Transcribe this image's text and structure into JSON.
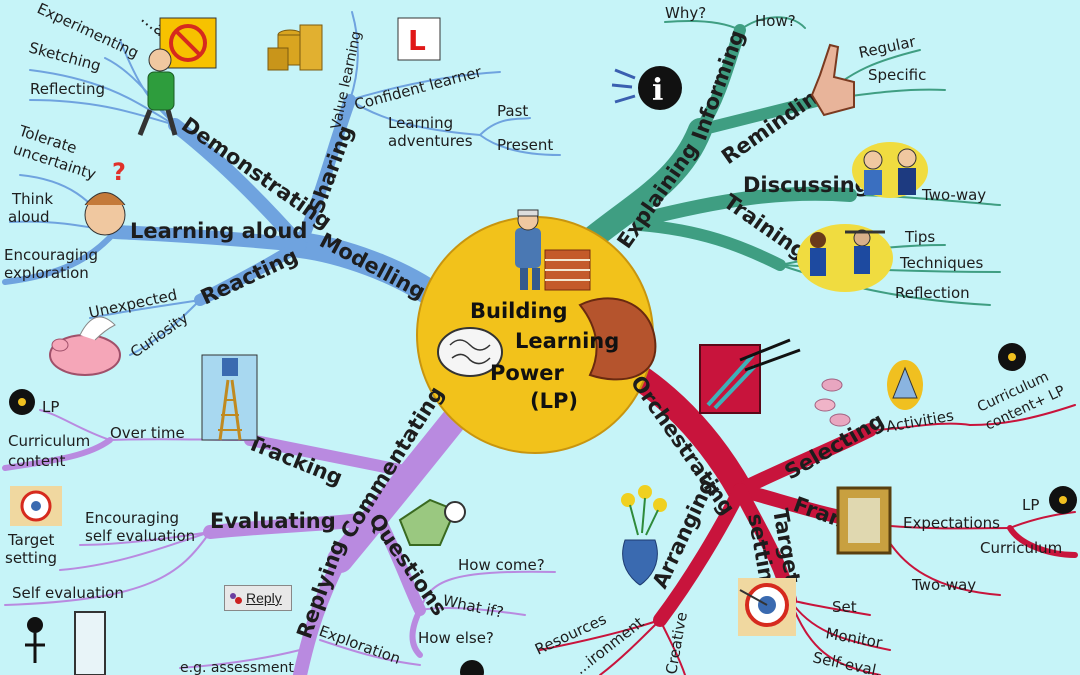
{
  "center": {
    "line1": "Building",
    "line2": "Learning",
    "line3": "Power",
    "line4": "(LP)"
  },
  "colors": {
    "background": "#c6f4f8",
    "center": "#f2c21b",
    "modelling": "#6fa3df",
    "explaining": "#3f9e82",
    "orchestrating": "#c8143c",
    "commentating": "#b98ae0"
  },
  "modelling": {
    "label": "Modelling",
    "demonstrating": {
      "label": "Demonstrating",
      "leaves": [
        "...afting",
        "Experimenting",
        "Sketching",
        "Reflecting"
      ]
    },
    "sharing": {
      "label": "Sharing",
      "value_learning": "Value learning",
      "confident_learner": "Confident learner",
      "learning_adventures_1": "Learning",
      "learning_adventures_2": "adventures",
      "past": "Past",
      "present": "Present"
    },
    "learning_aloud": {
      "label": "Learning aloud",
      "tolerate_1": "Tolerate",
      "tolerate_2": "uncertainty",
      "think_1": "Think",
      "think_2": "aloud",
      "encouraging_1": "Encouraging",
      "encouraging_2": "exploration"
    },
    "reacting": {
      "label": "Reacting",
      "unexpected": "Unexpected",
      "curiosity": "Curiosity"
    }
  },
  "explaining": {
    "label": "Explaining",
    "informing": {
      "label": "Informing",
      "why": "Why?",
      "how": "How?"
    },
    "reminding": {
      "label": "Reminding",
      "regular": "Regular",
      "specific": "Specific"
    },
    "discussing": {
      "label": "Discussing",
      "two_way": "Two-way"
    },
    "training": {
      "label": "Training",
      "tips": "Tips",
      "techniques": "Techniques",
      "reflection": "Reflection"
    }
  },
  "orchestrating": {
    "label": "Orchestrating",
    "selecting": {
      "label": "Selecting",
      "activities": "Activities",
      "curr_1": "Curriculum",
      "curr_2": "content+ LP"
    },
    "framing": {
      "label": "Framing",
      "expectations": "Expectations",
      "lp": "LP",
      "curriculum": "Curriculum",
      "two_way": "Two-way"
    },
    "target_setting": {
      "label_1": "Target",
      "label_2": "setting",
      "set": "Set",
      "monitor": "Monitor",
      "self": "Self-eval..."
    },
    "arranging": {
      "label": "Arranging",
      "resources": "Resources",
      "environment": "...ironment",
      "creative": "Creative"
    }
  },
  "commentating": {
    "label": "Commentating",
    "replying": "Replying",
    "tracking": {
      "label": "Tracking",
      "over_time": "Over time",
      "lp": "LP",
      "curr_1": "Curriculum",
      "curr_2": "content"
    },
    "evaluating": {
      "label": "Evaluating",
      "target_1": "Target",
      "target_2": "setting",
      "enc_1": "Encouraging",
      "enc_2": "self evaluation",
      "self_eval": "Self evaluation",
      "eg": "e.g. assessment"
    },
    "questions": {
      "label": "Questions",
      "how_come": "How come?",
      "what_if": "What if?",
      "how_else": "How else?",
      "exploration": "Exploration"
    }
  },
  "reply_button": {
    "label": "Reply"
  }
}
